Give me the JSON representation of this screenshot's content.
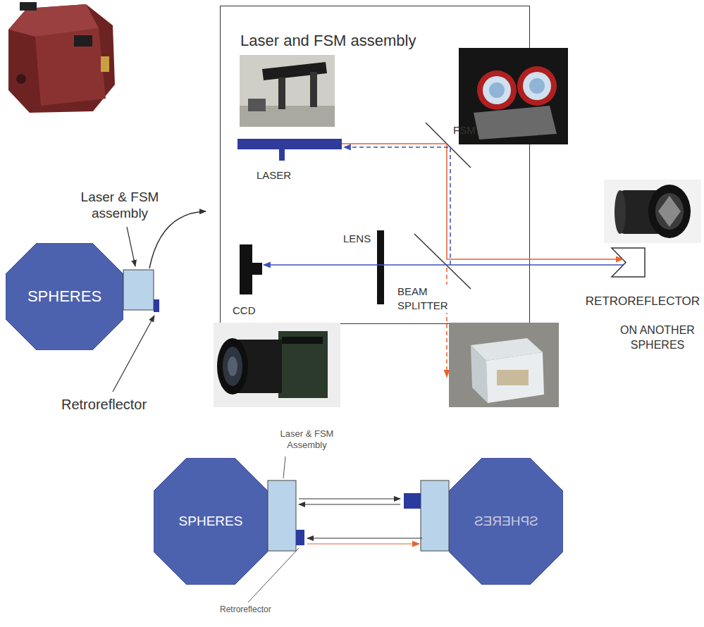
{
  "diagram": {
    "nodes": [
      {
        "text": [
          "Laser and FSM assembly"
        ]
      },
      {
        "text": [
          "SPHERES"
        ]
      },
      {
        "text": [
          "SPHERES"
        ]
      },
      {
        "text": [
          "SPHERES"
        ]
      }
    ],
    "labels": [
      "SPHERES",
      "Laser & FSM assembly",
      "Retroreflector",
      "LASER",
      "FSM",
      "LENS",
      "CCD",
      "BEAM SPLITTER",
      "RETROREFLECTOR",
      "ON ANOTHER SPHERES",
      "Laser & FSM Assembly",
      "Retroreflector"
    ]
  }
}
